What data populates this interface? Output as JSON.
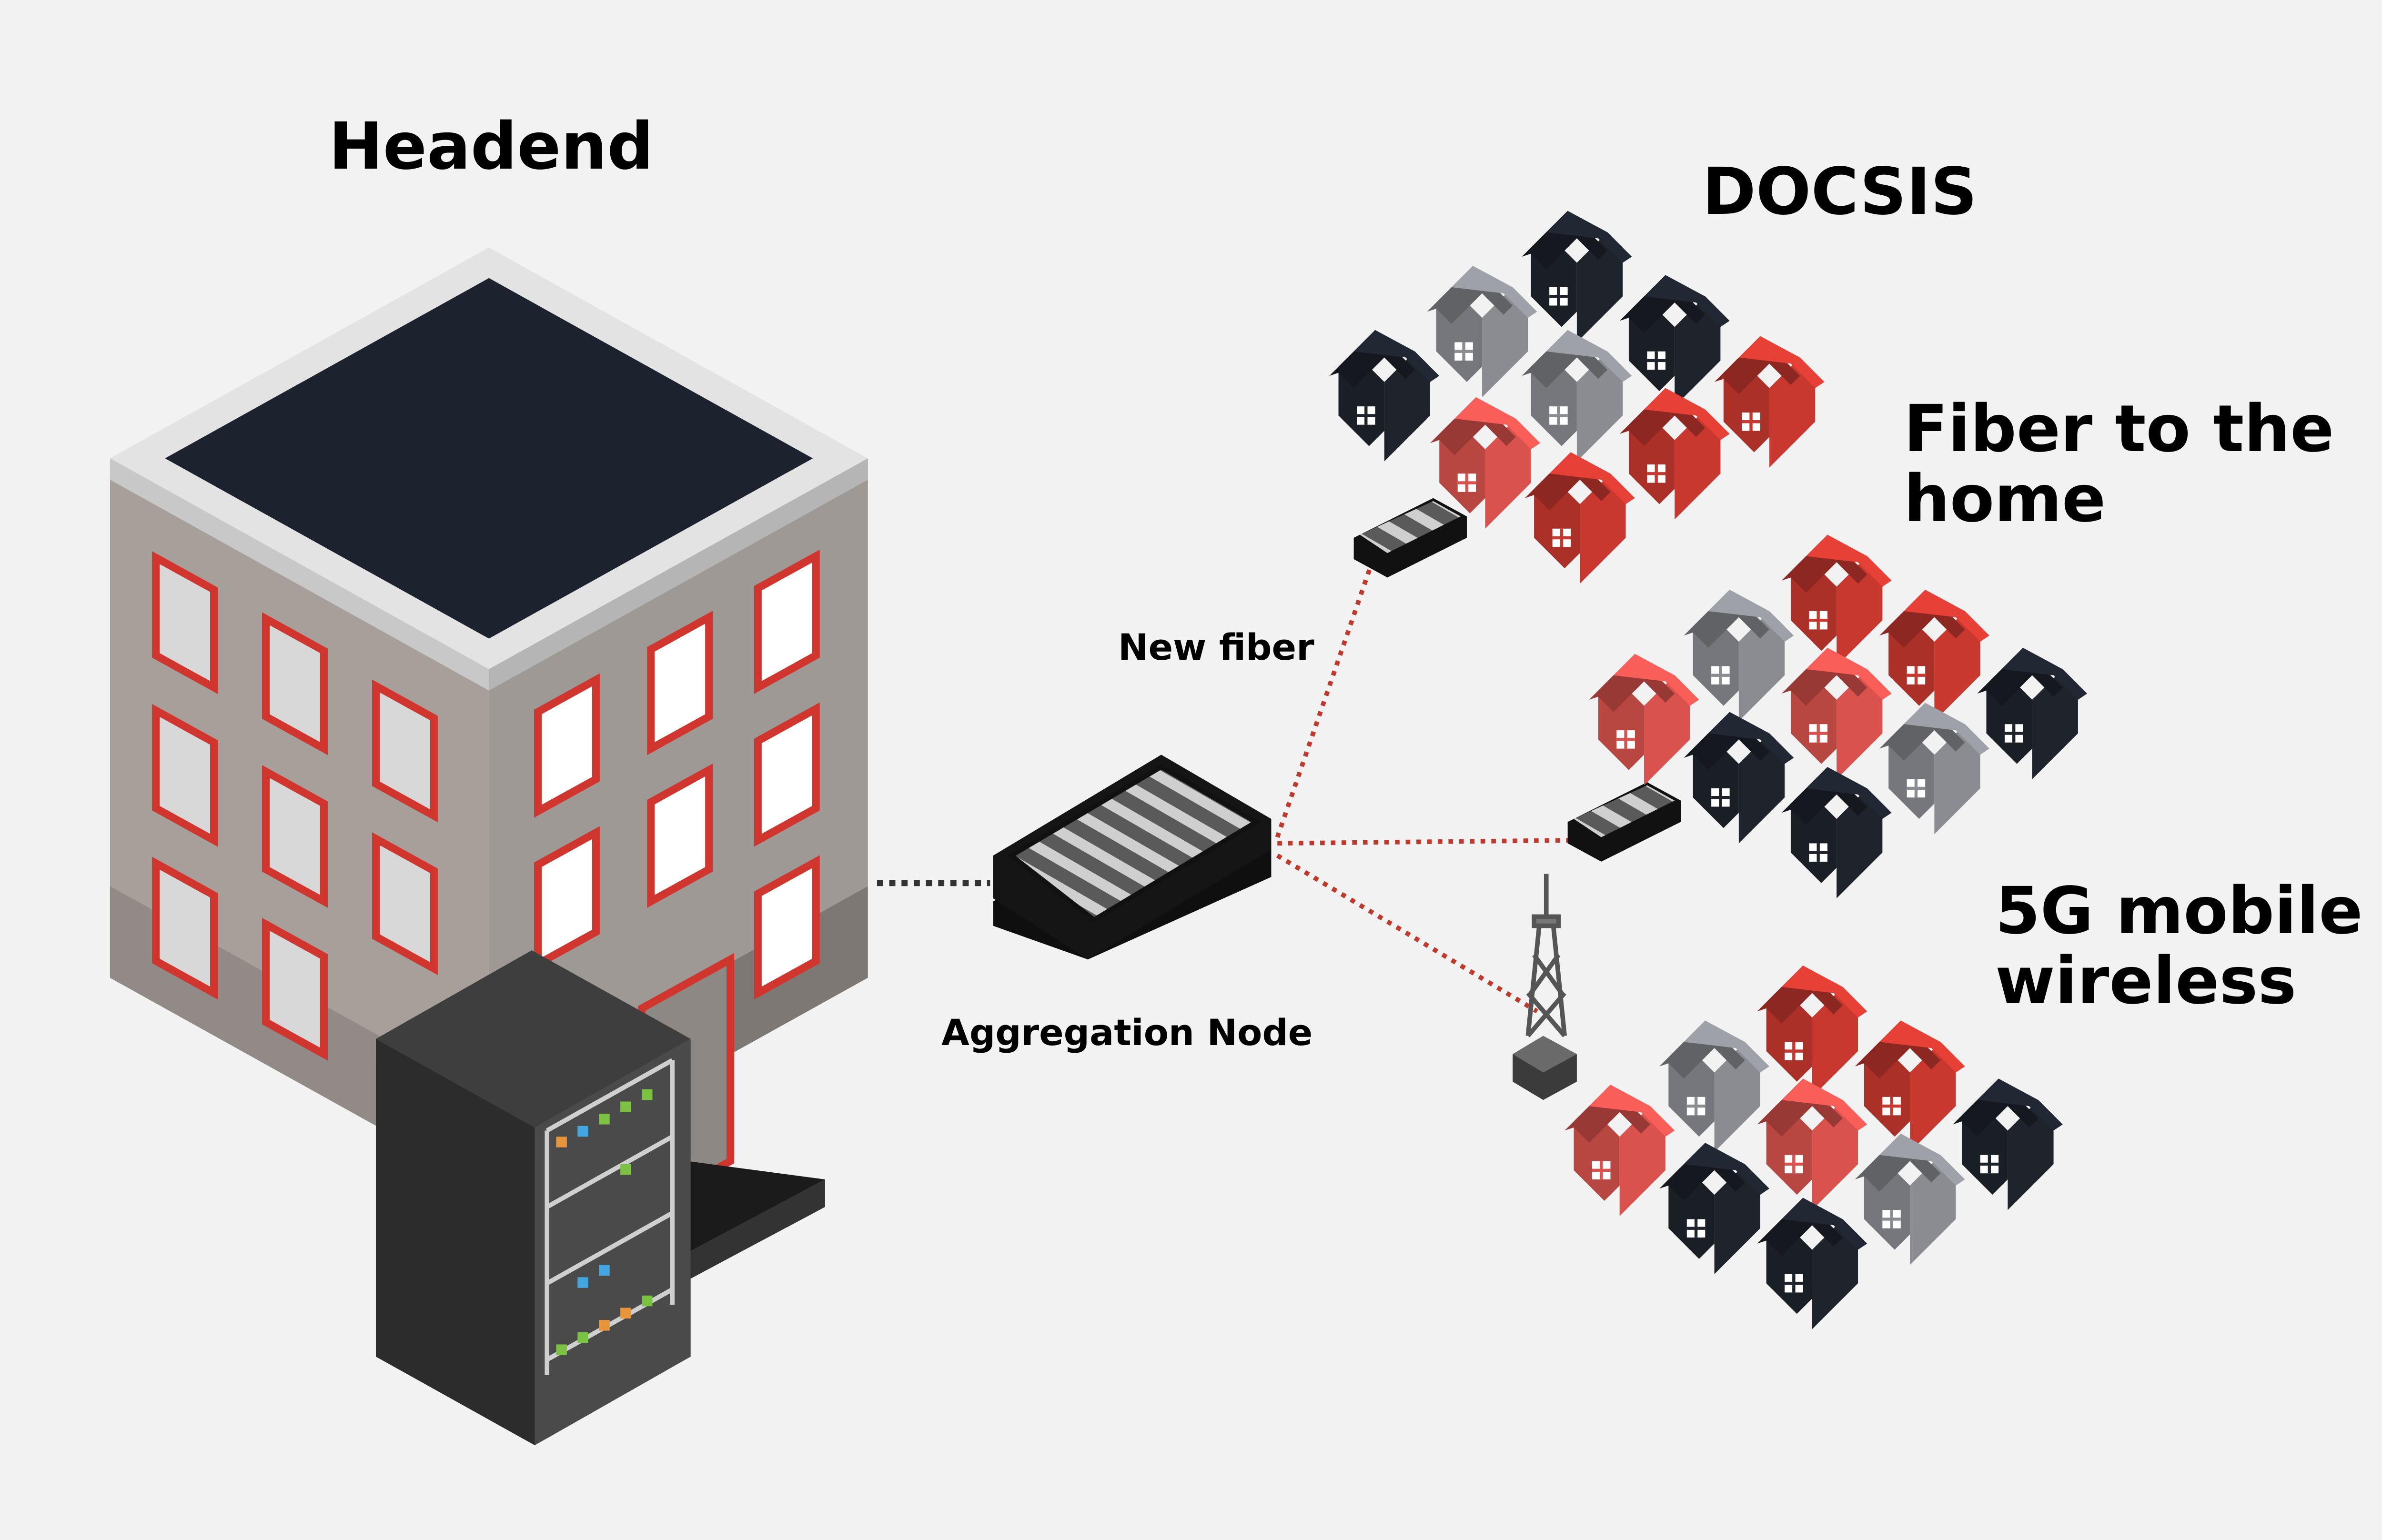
{
  "labels": {
    "headend": "Headend",
    "docsis": "DOCSIS",
    "fiber_line1": "Fiber to the",
    "fiber_line2": "home",
    "mobile_line1": "5G mobile",
    "mobile_line2": "wireless",
    "new_fiber": "New fiber",
    "aggregation_node": "Aggregation Node"
  },
  "colors": {
    "background": "#f2f2f2",
    "house_dark": "#1e232c",
    "house_gray": "#8a8c92",
    "house_red": "#c9382f",
    "house_pink": "#d9524d",
    "fiber_dotted": "#c0392b",
    "building_wall": "#9a9490",
    "window_frame": "#d0362d"
  },
  "icons": {
    "headend": "office-building-icon",
    "server": "server-rack-icon",
    "node": "aggregation-node-icon",
    "tower": "cell-tower-icon",
    "house": "house-icon"
  }
}
